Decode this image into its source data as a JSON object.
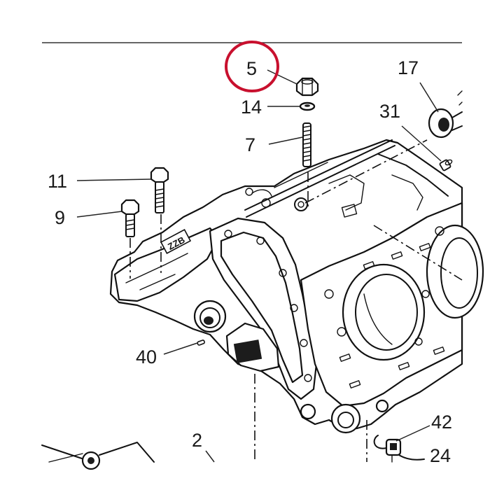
{
  "diagram": {
    "callouts": [
      {
        "id": "5",
        "text": "5"
      },
      {
        "id": "14",
        "text": "14"
      },
      {
        "id": "7",
        "text": "7"
      },
      {
        "id": "11",
        "text": "11"
      },
      {
        "id": "9",
        "text": "9"
      },
      {
        "id": "17",
        "text": "17"
      },
      {
        "id": "31",
        "text": "31"
      },
      {
        "id": "40",
        "text": "40"
      },
      {
        "id": "2",
        "text": "2"
      },
      {
        "id": "42",
        "text": "42"
      },
      {
        "id": "24",
        "text": "24"
      }
    ],
    "highlighted_part": "5",
    "highlight_color": "#c8102e",
    "stamp_text": "ZZB"
  }
}
